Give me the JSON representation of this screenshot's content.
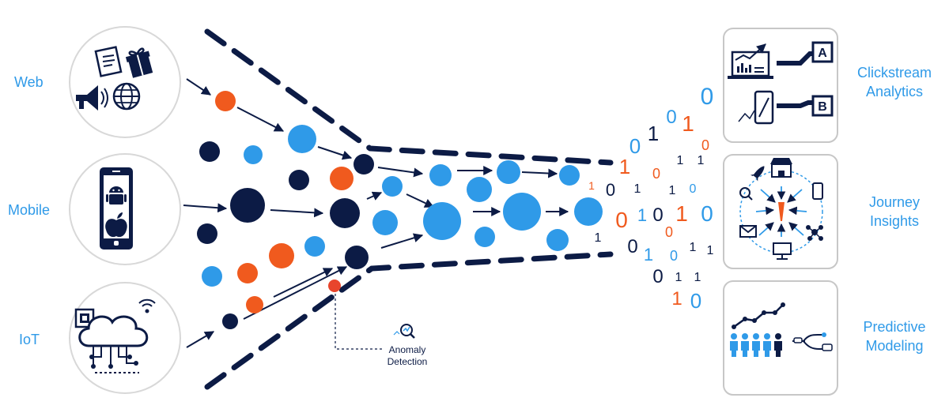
{
  "colors": {
    "navy": "#0c1b45",
    "blue": "#2f9ae8",
    "orange": "#f05a1e",
    "red": "#e8452c",
    "circle_border": "#d8d8d8",
    "box_border": "#c7c7c7"
  },
  "sources": [
    {
      "label": "Web",
      "icons": [
        "document-icon",
        "gift-icon",
        "megaphone-icon",
        "globe-icon"
      ]
    },
    {
      "label": "Mobile",
      "icons": [
        "smartphone-icon",
        "android-icon",
        "apple-icon"
      ]
    },
    {
      "label": "IoT",
      "icons": [
        "chip-icon",
        "wireless-signal-icon",
        "cloud-circuit-icon"
      ]
    }
  ],
  "outputs": [
    {
      "label": "Clickstream\nAnalytics",
      "icons": [
        "analytics-laptop-icon",
        "ab-test-a-icon",
        "mobile-chart-icon",
        "ab-test-b-icon"
      ],
      "tags": [
        "A",
        "B"
      ]
    },
    {
      "label": "Journey\nInsights",
      "icons": [
        "journey-network-icon"
      ]
    },
    {
      "label": "Predictive\nModeling",
      "icons": [
        "trend-line-icon",
        "people-group-icon",
        "model-connectors-icon"
      ]
    }
  ],
  "annotation": {
    "label": "Anomaly\nDetection",
    "icon": "magnifier-chart-icon"
  },
  "binary_stream": [
    {
      "t": "0",
      "c": "blue"
    },
    {
      "t": "0",
      "c": "blue"
    },
    {
      "t": "1",
      "c": "orange"
    },
    {
      "t": "0",
      "c": "blue"
    },
    {
      "t": "1",
      "c": "navy"
    },
    {
      "t": "0",
      "c": "orange"
    },
    {
      "t": "1",
      "c": "orange"
    },
    {
      "t": "0",
      "c": "orange"
    },
    {
      "t": "1",
      "c": "navy"
    },
    {
      "t": "1",
      "c": "navy"
    },
    {
      "t": "1",
      "c": "orange"
    },
    {
      "t": "0",
      "c": "navy"
    },
    {
      "t": "1",
      "c": "navy"
    },
    {
      "t": "1",
      "c": "navy"
    },
    {
      "t": "0",
      "c": "blue"
    },
    {
      "t": "0",
      "c": "orange"
    },
    {
      "t": "1",
      "c": "blue"
    },
    {
      "t": "0",
      "c": "navy"
    },
    {
      "t": "1",
      "c": "orange"
    },
    {
      "t": "0",
      "c": "blue"
    },
    {
      "t": "0",
      "c": "orange"
    },
    {
      "t": "1",
      "c": "navy"
    },
    {
      "t": "0",
      "c": "navy"
    },
    {
      "t": "1",
      "c": "blue"
    },
    {
      "t": "0",
      "c": "blue"
    },
    {
      "t": "1",
      "c": "navy"
    },
    {
      "t": "1",
      "c": "navy"
    },
    {
      "t": "0",
      "c": "navy"
    },
    {
      "t": "1",
      "c": "navy"
    },
    {
      "t": "1",
      "c": "navy"
    },
    {
      "t": "1",
      "c": "orange"
    },
    {
      "t": "0",
      "c": "blue"
    }
  ]
}
